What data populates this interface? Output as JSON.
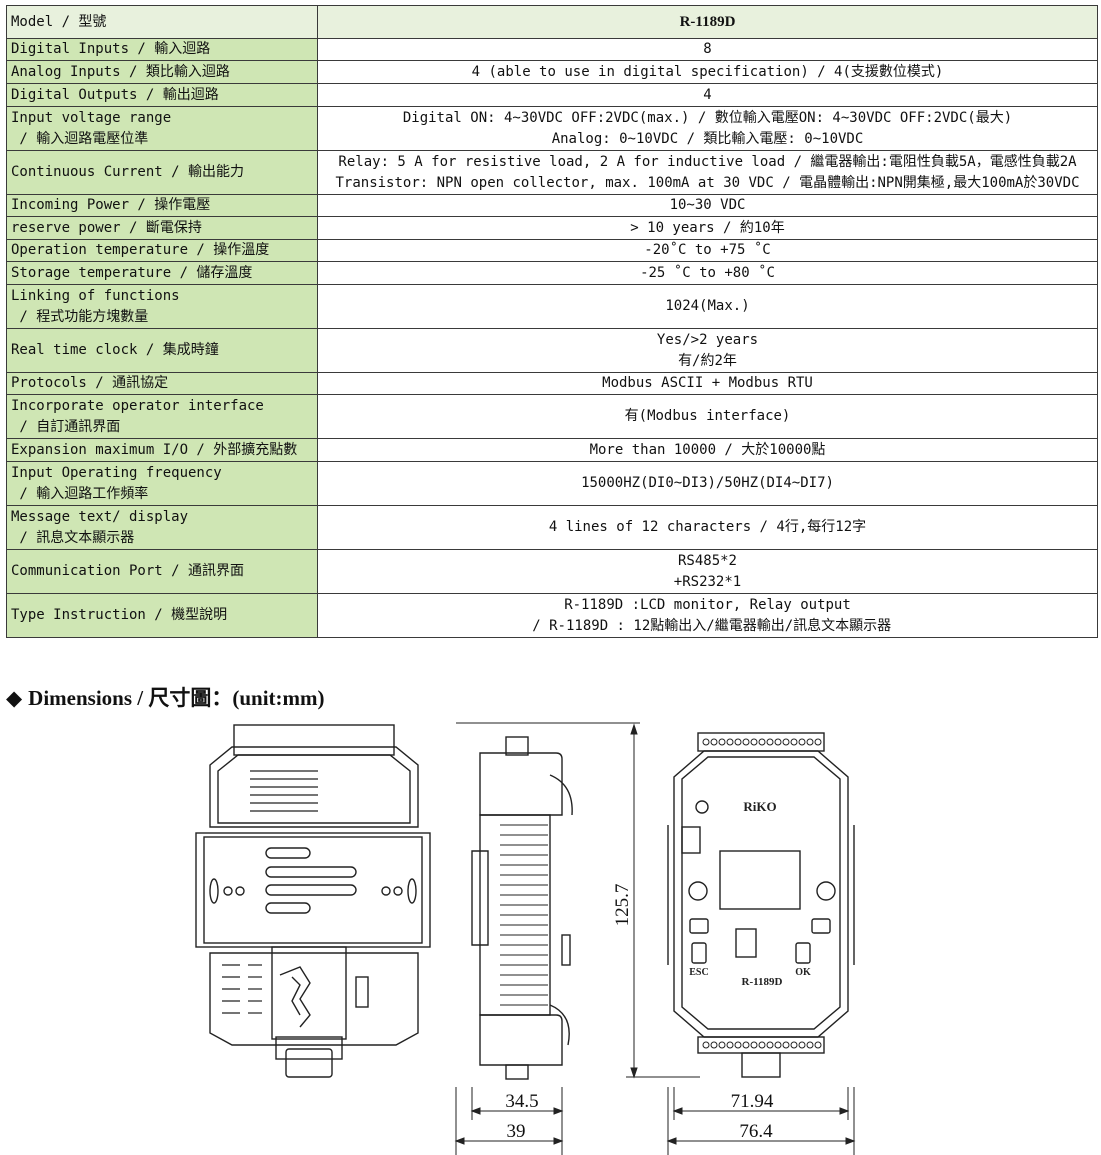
{
  "spec_table": {
    "rows": [
      {
        "label": "Model / 型號",
        "value": [
          "R-1189D"
        ]
      },
      {
        "label": "Digital Inputs / 輸入迴路",
        "value": [
          "8"
        ]
      },
      {
        "label": "Analog Inputs / 類比輸入迴路",
        "value": [
          "4 (able to use in digital specification) / 4(支援數位模式)"
        ]
      },
      {
        "label": "Digital Outputs / 輸出迴路",
        "value": [
          "4"
        ]
      },
      {
        "label": "Input voltage range\n / 輸入迴路電壓位準",
        "value": [
          "Digital ON: 4~30VDC OFF:2VDC(max.) / 數位輸入電壓ON: 4~30VDC OFF:2VDC(最大)",
          "Analog: 0~10VDC / 類比輸入電壓: 0~10VDC"
        ]
      },
      {
        "label": "Continuous Current / 輸出能力",
        "value": [
          "Relay: 5 A for resistive load, 2 A for inductive load / 繼電器輸出:電阻性負載5A，電感性負載2A",
          "Transistor: NPN open collector, max. 100mA at 30 VDC / 電晶體輸出:NPN開集極,最大100mA於30VDC"
        ]
      },
      {
        "label": "Incoming Power / 操作電壓",
        "value": [
          "10~30 VDC"
        ]
      },
      {
        "label": "reserve power / 斷電保持",
        "value": [
          "> 10 years / 約10年"
        ]
      },
      {
        "label": "Operation temperature / 操作溫度",
        "value": [
          "-20˚C to +75 ˚C"
        ]
      },
      {
        "label": "Storage temperature / 儲存溫度",
        "value": [
          "-25 ˚C to +80 ˚C"
        ]
      },
      {
        "label": "Linking of functions\n / 程式功能方塊數量",
        "value": [
          "1024(Max.)"
        ]
      },
      {
        "label": "Real time clock / 集成時鐘",
        "value": [
          "Yes/>2 years",
          "有/約2年"
        ]
      },
      {
        "label": "Protocols / 通訊協定",
        "value": [
          "Modbus ASCII + Modbus RTU"
        ]
      },
      {
        "label": "Incorporate operator interface\n / 自訂通訊界面",
        "value": [
          "有(Modbus interface)"
        ]
      },
      {
        "label": "Expansion maximum I/O / 外部擴充點數",
        "value": [
          "More than 10000 / 大於10000點"
        ]
      },
      {
        "label": "Input Operating frequency\n / 輸入迴路工作頻率",
        "value": [
          "15000HZ(DI0~DI3)/50HZ(DI4~DI7)"
        ]
      },
      {
        "label": "Message text/ display\n / 訊息文本顯示器",
        "value": [
          "4 lines of 12 characters / 4行,每行12字"
        ]
      },
      {
        "label": "Communication Port / 通訊界面",
        "value": [
          "RS485*2",
          "+RS232*1"
        ]
      },
      {
        "label": "Type Instruction / 機型說明",
        "value": [
          "R-1189D :LCD monitor, Relay output",
          " / R-1189D : 12點輸出入/繼電器輸出/訊息文本顯示器"
        ]
      }
    ]
  },
  "dimensions": {
    "heading": "Dimensions / 尺寸圖：(unit:mm)",
    "heading_icon": "diamond-icon",
    "height_label": "125.7",
    "side_depth_inner": "34.5",
    "side_depth_outer": "39",
    "front_width_inner": "71.94",
    "front_width_outer": "76.4",
    "front_panel": {
      "brand": "RiKO",
      "model": "R-1189D",
      "esc": "ESC",
      "ok": "OK"
    }
  }
}
